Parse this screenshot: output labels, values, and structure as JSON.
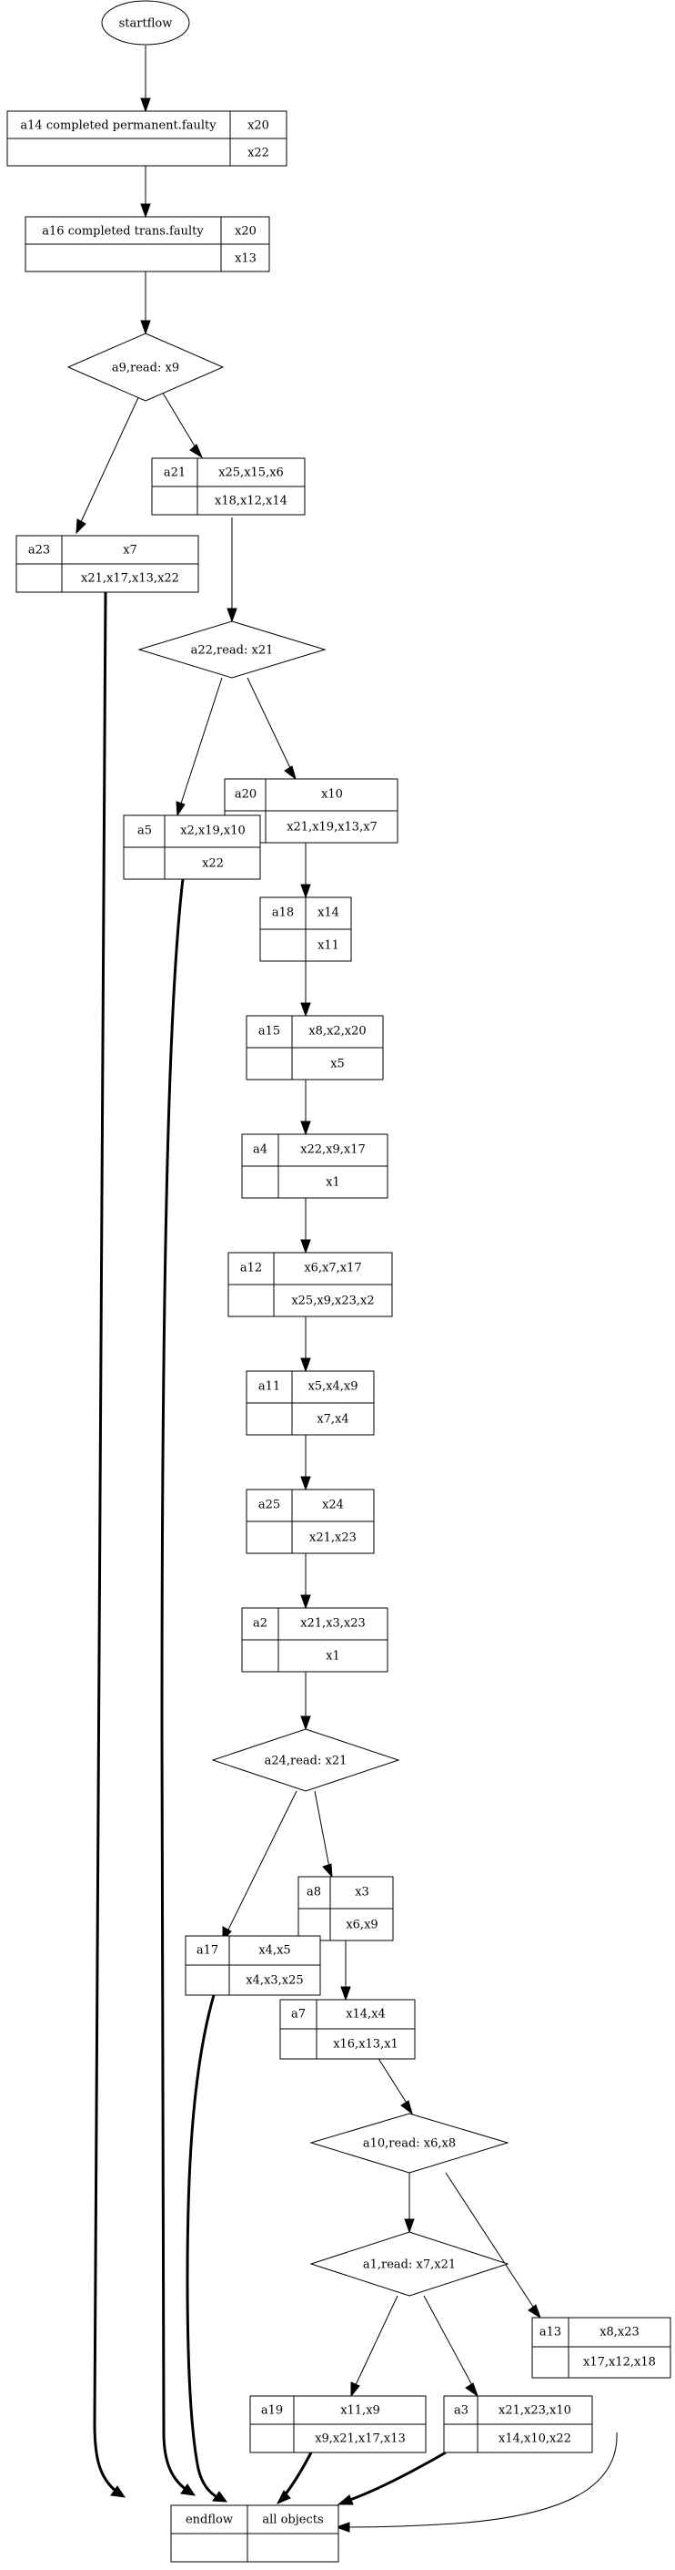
{
  "diagram": {
    "title": "activity flow graph",
    "type": "flowchart",
    "background_color": "#ffffff",
    "line_color": "#000000"
  },
  "nodes": {
    "startflow": {
      "shape": "ellipse",
      "label": "startflow"
    },
    "a14": {
      "shape": "record",
      "name": "a14 completed permanent.faulty",
      "top": "x20",
      "bottom": "x22"
    },
    "a16": {
      "shape": "record",
      "name": "a16 completed trans.faulty",
      "top": "x20",
      "bottom": "x13"
    },
    "a9": {
      "shape": "diamond",
      "label": "a9,read: x9"
    },
    "a21": {
      "shape": "record",
      "name": "a21",
      "top": "x25,x15,x6",
      "bottom": "x18,x12,x14"
    },
    "a23": {
      "shape": "record",
      "name": "a23",
      "top": "x7",
      "bottom": "x21,x17,x13,x22"
    },
    "a22": {
      "shape": "diamond",
      "label": "a22,read: x21"
    },
    "a20": {
      "shape": "record",
      "name": "a20",
      "top": "x10",
      "bottom": "x21,x19,x13,x7"
    },
    "a5": {
      "shape": "record",
      "name": "a5",
      "top": "x2,x19,x10",
      "bottom": "x22"
    },
    "a18": {
      "shape": "record",
      "name": "a18",
      "top": "x14",
      "bottom": "x11"
    },
    "a15": {
      "shape": "record",
      "name": "a15",
      "top": "x8,x2,x20",
      "bottom": "x5"
    },
    "a4": {
      "shape": "record",
      "name": "a4",
      "top": "x22,x9,x17",
      "bottom": "x1"
    },
    "a12": {
      "shape": "record",
      "name": "a12",
      "top": "x6,x7,x17",
      "bottom": "x25,x9,x23,x2"
    },
    "a11": {
      "shape": "record",
      "name": "a11",
      "top": "x5,x4,x9",
      "bottom": "x7,x4"
    },
    "a25": {
      "shape": "record",
      "name": "a25",
      "top": "x24",
      "bottom": "x21,x23"
    },
    "a2": {
      "shape": "record",
      "name": "a2",
      "top": "x21,x3,x23",
      "bottom": "x1"
    },
    "a24": {
      "shape": "diamond",
      "label": "a24,read: x21"
    },
    "a8": {
      "shape": "record",
      "name": "a8",
      "top": "x3",
      "bottom": "x6,x9"
    },
    "a17": {
      "shape": "record",
      "name": "a17",
      "top": "x4,x5",
      "bottom": "x4,x3,x25"
    },
    "a7": {
      "shape": "record",
      "name": "a7",
      "top": "x14,x4",
      "bottom": "x16,x13,x1"
    },
    "a10": {
      "shape": "diamond",
      "label": "a10,read: x6,x8"
    },
    "a1": {
      "shape": "diamond",
      "label": "a1,read: x7,x21"
    },
    "a13": {
      "shape": "record",
      "name": "a13",
      "top": "x8,x23",
      "bottom": "x17,x12,x18"
    },
    "a19": {
      "shape": "record",
      "name": "a19",
      "top": "x11,x9",
      "bottom": "x9,x21,x17,x13"
    },
    "a3": {
      "shape": "record",
      "name": "a3",
      "top": "x21,x23,x10",
      "bottom": "x14,x10,x22"
    },
    "endflow": {
      "shape": "record",
      "name": "endflow",
      "top": "all objects",
      "bottom": ""
    }
  },
  "edges": [
    {
      "from": "startflow",
      "to": "a14"
    },
    {
      "from": "a14",
      "to": "a16"
    },
    {
      "from": "a16",
      "to": "a9"
    },
    {
      "from": "a9",
      "to": "a23"
    },
    {
      "from": "a9",
      "to": "a21"
    },
    {
      "from": "a21",
      "to": "a22"
    },
    {
      "from": "a23",
      "to": "endflow"
    },
    {
      "from": "a22",
      "to": "a5"
    },
    {
      "from": "a22",
      "to": "a20"
    },
    {
      "from": "a20",
      "to": "a18"
    },
    {
      "from": "a5",
      "to": "endflow"
    },
    {
      "from": "a18",
      "to": "a15"
    },
    {
      "from": "a15",
      "to": "a4"
    },
    {
      "from": "a4",
      "to": "a12"
    },
    {
      "from": "a12",
      "to": "a11"
    },
    {
      "from": "a11",
      "to": "a25"
    },
    {
      "from": "a25",
      "to": "a2"
    },
    {
      "from": "a2",
      "to": "a24"
    },
    {
      "from": "a24",
      "to": "a17"
    },
    {
      "from": "a24",
      "to": "a8"
    },
    {
      "from": "a8",
      "to": "a7"
    },
    {
      "from": "a17",
      "to": "endflow"
    },
    {
      "from": "a7",
      "to": "a10"
    },
    {
      "from": "a10",
      "to": "a1"
    },
    {
      "from": "a10",
      "to": "a13"
    },
    {
      "from": "a1",
      "to": "a19"
    },
    {
      "from": "a1",
      "to": "a3"
    },
    {
      "from": "a13",
      "to": "endflow"
    },
    {
      "from": "a19",
      "to": "endflow"
    },
    {
      "from": "a3",
      "to": "endflow"
    }
  ]
}
